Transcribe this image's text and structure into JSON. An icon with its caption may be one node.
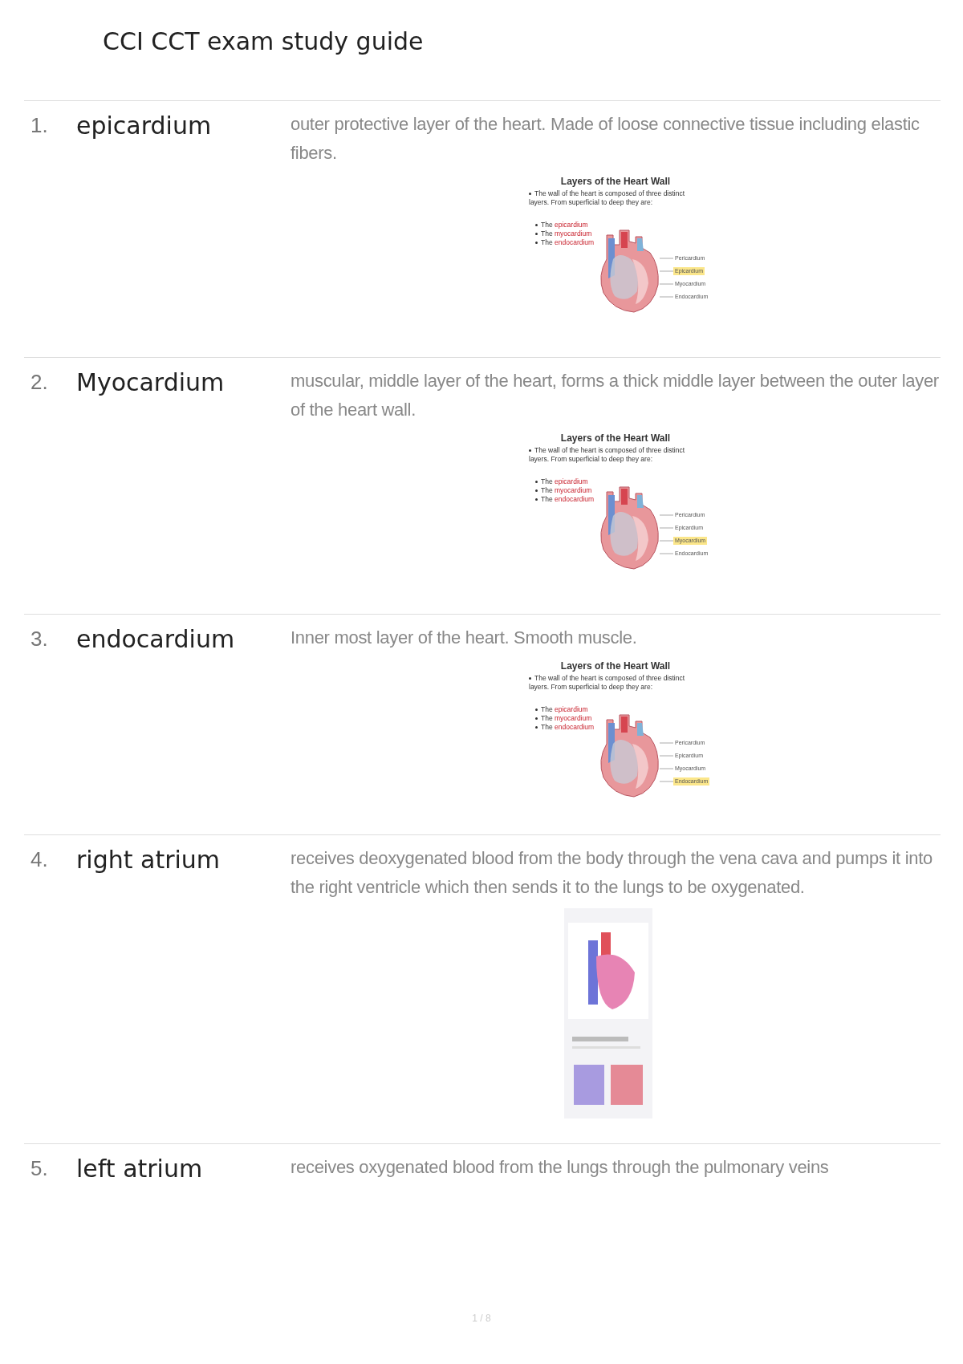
{
  "diagram": {
    "title": "CCI CCT exam study guide",
    "nodes": [
      {
        "text": [],
        "shape": "picture"
      },
      {
        "text": [
          "Pericardium"
        ]
      },
      {
        "text": [
          "Epicardium"
        ]
      },
      {
        "text": [
          "Myocardium"
        ]
      },
      {
        "text": [
          "Endocardium"
        ]
      },
      {
        "text": [],
        "shape": "picture"
      },
      {
        "text": [
          "Pericardium"
        ]
      },
      {
        "text": [
          "Epicardium"
        ]
      },
      {
        "text": [
          "Myocardium"
        ]
      },
      {
        "text": [
          "Endocardium"
        ]
      },
      {
        "text": [],
        "shape": "picture"
      },
      {
        "text": [
          "Pericardium"
        ]
      },
      {
        "text": [
          "Epicardium"
        ]
      },
      {
        "text": [
          "Myocardium"
        ]
      },
      {
        "text": [
          "Endocardium"
        ]
      }
    ],
    "edges": [
      {
        "from": 1,
        "to": 0,
        "arrow": "none"
      },
      {
        "from": 2,
        "to": 0,
        "arrow": "none"
      },
      {
        "from": 3,
        "to": 0,
        "arrow": "none"
      },
      {
        "from": 4,
        "to": 0,
        "arrow": "none"
      },
      {
        "from": 6,
        "to": 5,
        "arrow": "none"
      },
      {
        "from": 7,
        "to": 5,
        "arrow": "none"
      },
      {
        "from": 8,
        "to": 5,
        "arrow": "none"
      },
      {
        "from": 9,
        "to": 5,
        "arrow": "none"
      },
      {
        "from": 11,
        "to": 10,
        "arrow": "none"
      },
      {
        "from": 12,
        "to": 10,
        "arrow": "none"
      },
      {
        "from": 13,
        "to": 10,
        "arrow": "none"
      },
      {
        "from": 14,
        "to": 10,
        "arrow": "none"
      }
    ],
    "labels": [
      "1.",
      "epicardium",
      "outer protective layer of the heart. Made of loose connective tissue including elastic fibers.",
      "Layers of the Heart Wall",
      "The wall of the heart is composed of three distinct layers. From superficial to deep they are:",
      "The epicardium",
      "The myocardium",
      "The endocardium",
      "2.",
      "Myocardium",
      "muscular, middle layer of the heart, forms a thick middle layer between the outer layer of the heart wall.",
      "Layers of the Heart Wall",
      "The wall of the heart is composed of three distinct layers. From superficial to deep they are:",
      "The epicardium",
      "The myocardium",
      "The endocardium",
      "3.",
      "endocardium",
      "Inner most layer of the heart. Smooth muscle.",
      "Layers of the Heart Wall",
      "The wall of the heart is composed of three distinct layers. From superficial to deep they are:",
      "The epicardium",
      "The myocardium",
      "The endocardium",
      "4.",
      "right atrium",
      "receives deoxygenated blood from the body through the vena cava and pumps it into the right ventricle which then sends it to the lungs to be oxygenated.",
      "5.",
      "left atrium",
      "receives oxygenated blood from the lungs through the pulmonary veins",
      "1 / 8"
    ]
  }
}
